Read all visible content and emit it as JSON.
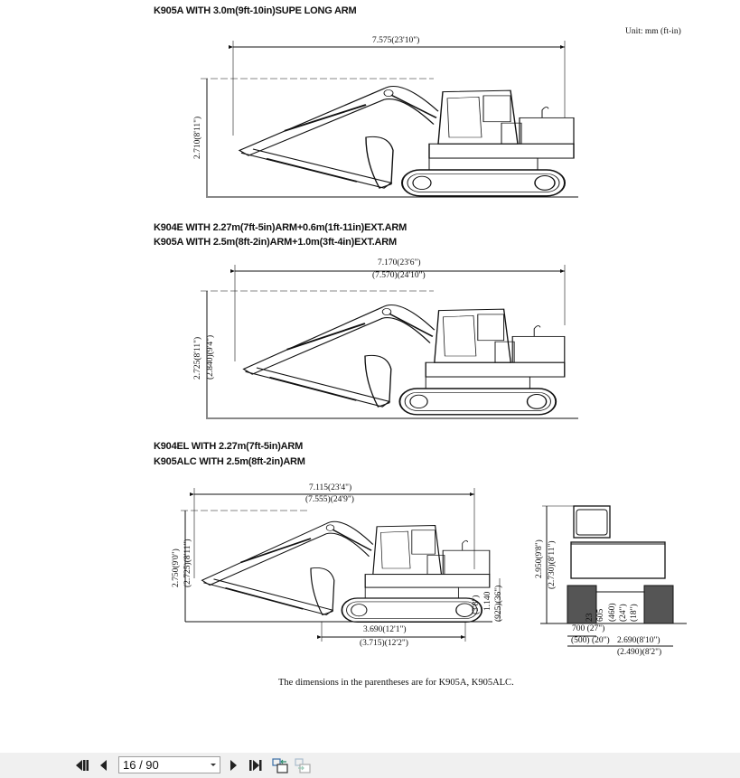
{
  "document": {
    "unit_note": "Unit: mm (ft-in)",
    "section1": {
      "title": "K905A WITH 3.0m(9ft-10in)SUPE LONG ARM",
      "length": "7.575(23'10\")",
      "height": "2.710(8'11\")"
    },
    "section2": {
      "title_line1": "K904E WITH 2.27m(7ft-5in)ARM+0.6m(1ft-11in)EXT.ARM",
      "title_line2": "K905A WITH 2.5m(8ft-2in)ARM+1.0m(3ft-4in)EXT.ARM",
      "length": "7.170(23'6\")",
      "length_alt": "(7.570)(24'10\")",
      "height": "2.725(8'11\")",
      "height_alt": "(2.840)(9'4\")"
    },
    "section3": {
      "title_line1": "K904EL WITH 2.27m(7ft-5in)ARM",
      "title_line2": "K905ALC WITH 2.5m(8ft-2in)ARM",
      "length": "7.115(23'4\")",
      "length_alt": "(7.555)(24'9\")",
      "height": "2.750(9'0\")",
      "height_alt": "(2.725)(8'11\")",
      "track_length": "3.690(12'1\")",
      "track_length_alt": "(3.715)(12'2\")",
      "cab_height_ft": "(3'8\")",
      "cab_height": "1.140",
      "cab_height_alt": "(925)(36\")",
      "front_height": "2.950(9'8\")",
      "front_height_alt": "(2.730)(8'11\")",
      "clearance_a": "23",
      "clearance_b": "605",
      "clearance_c": "(460)",
      "clearance_d": "(24\")",
      "clearance_e": "(18\")",
      "shoe_width": "700  (27\")",
      "shoe_width_alt": "(500) (20\")",
      "overall_width": "2.690(8'10\")",
      "overall_width_alt": "(2.490)(8'2\")"
    },
    "footnote": "The dimensions in the parentheses are for K905A, K905ALC."
  },
  "toolbar": {
    "page_value": "16 / 90",
    "icons": [
      "first-page-icon",
      "prev-page-icon",
      "next-page-icon",
      "last-page-icon",
      "fit-page-icon",
      "fit-width-icon"
    ]
  }
}
